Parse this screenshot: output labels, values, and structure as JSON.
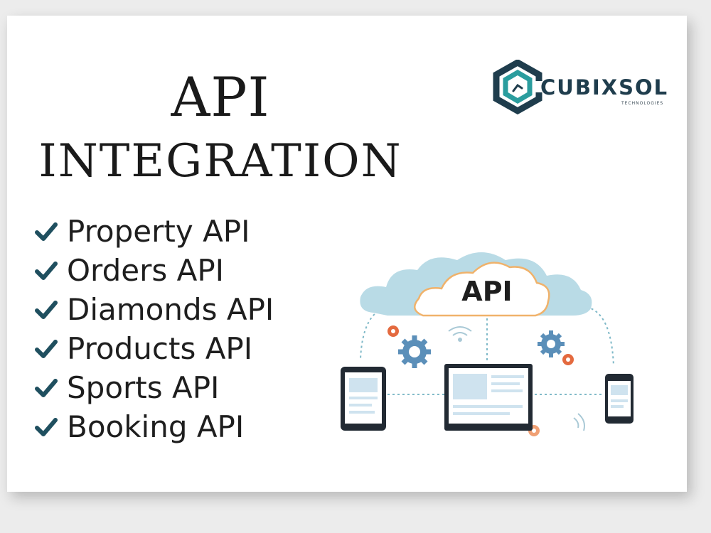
{
  "heading": {
    "line1": "API",
    "line2": "INTEGRATION"
  },
  "api_items": [
    {
      "label": "Property API"
    },
    {
      "label": "Orders API"
    },
    {
      "label": "Diamonds API"
    },
    {
      "label": "Products API"
    },
    {
      "label": "Sports API"
    },
    {
      "label": "Booking API"
    }
  ],
  "logo": {
    "name": "CUBIXSOL",
    "tagline": "TECHNOLOGIES",
    "colors": {
      "teal": "#2a9d9e",
      "navy": "#1f3d4d"
    }
  },
  "illustration": {
    "cloud_label": "API",
    "icons": [
      "cloud-icon",
      "tablet-icon",
      "laptop-icon",
      "phone-icon",
      "gear-icon",
      "wifi-icon"
    ],
    "colors": {
      "cloud": "#b9dbe6",
      "cloud_outline": "#f0b26b",
      "gear_blue": "#5b8fb9",
      "gear_orange": "#e46a3f",
      "device": "#222a33",
      "screen": "#cfe3ef"
    }
  },
  "check_color": "#1f4f5f"
}
